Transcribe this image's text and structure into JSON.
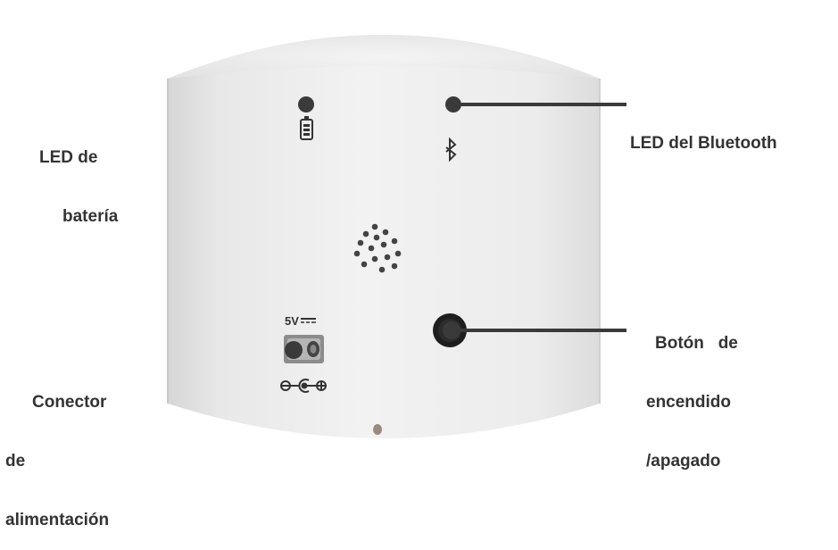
{
  "labels": {
    "battery_led": [
      "LED de",
      "batería"
    ],
    "bluetooth_led": "LED del Bluetooth",
    "power_button": [
      "Botón   de",
      "encendido",
      "/apagado"
    ],
    "power_connector": [
      "Conector",
      "de",
      "alimentación"
    ]
  },
  "device": {
    "voltage_marking": "5V",
    "body_color": "#eeeeee",
    "callout_color": "#3a3a3a"
  },
  "icons": [
    "battery-icon",
    "bluetooth-icon",
    "speaker-grille",
    "dc-polarity-symbol"
  ]
}
